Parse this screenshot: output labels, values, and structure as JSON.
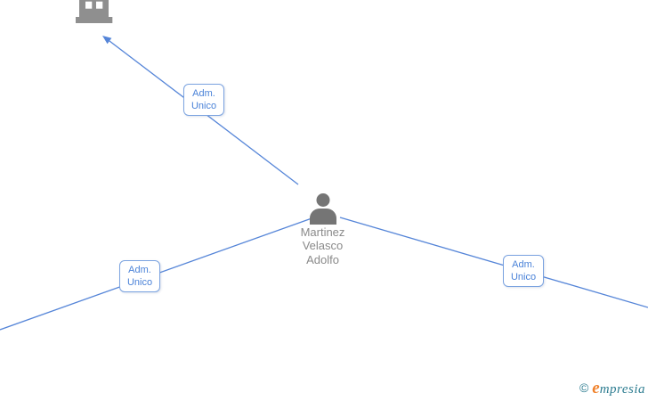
{
  "background": "#ffffff",
  "colors": {
    "edge_blue": "#5585d8",
    "edge_label_text": "#4a82d8",
    "edge_label_border": "#7ba3e0",
    "person_icon_gray": "#757575",
    "building_icon_gray": "#8f8f8f",
    "person_name_gray": "#8a8a8a",
    "logo_teal": "#2e7d91",
    "logo_orange": "#f0812a"
  },
  "nodes": {
    "person": {
      "icon": "person-icon",
      "name_line1": "Martinez",
      "name_line2": "Velasco",
      "name_line3": "Adolfo"
    },
    "company": {
      "icon": "building-icon"
    }
  },
  "edges": {
    "top": {
      "label_line1": "Adm.",
      "label_line2": "Unico"
    },
    "left": {
      "label_line1": "Adm.",
      "label_line2": "Unico"
    },
    "right": {
      "label_line1": "Adm.",
      "label_line2": "Unico"
    }
  },
  "watermark": {
    "copyright": "©",
    "brand_initial": "e",
    "brand_rest": "mpresia"
  }
}
